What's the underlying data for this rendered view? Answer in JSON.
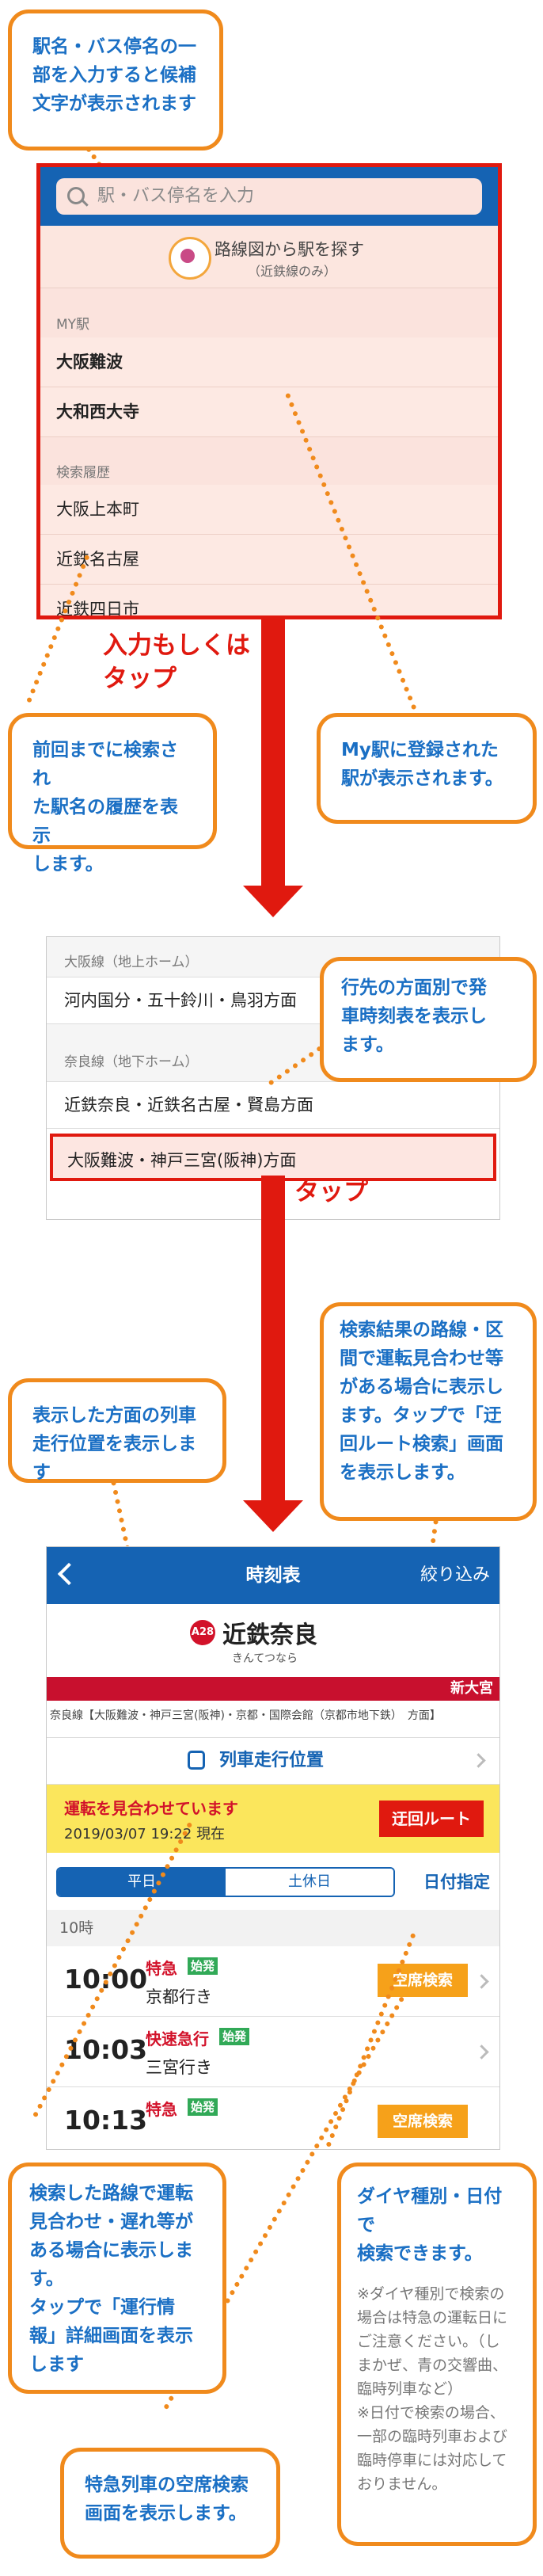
{
  "callouts": {
    "search_hint": [
      "駅名・バス停名の一",
      "部を入力すると候補",
      "文字が表示されます"
    ],
    "history_hint": [
      "前回までに検索され",
      "た駅名の履歴を表示",
      "します。"
    ],
    "mystation_hint": [
      "My駅に登録された",
      "駅が表示されます。"
    ],
    "direction_hint": [
      "行先の方面別で発",
      "車時刻表を表示し",
      "ます。"
    ],
    "position_hint": [
      "表示した方面の列車",
      "走行位置を表示します"
    ],
    "reroute_hint": [
      "検索結果の路線・区",
      "間で運転見合わせ等",
      "がある場合に表示し",
      "ます。タップで「迂",
      "回ルート検索」画面",
      "を表示します。"
    ],
    "operation_hint": [
      "検索した路線で運転",
      "見合わせ・遅れ等が",
      "ある場合に表示しま",
      "す。",
      "タップで「運行情",
      "報」詳細画面を表示",
      "します"
    ],
    "diagram_hint_title": [
      "ダイヤ種別・日付で",
      "検索できます。"
    ],
    "diagram_hint_note": [
      "※ダイヤ種別で検索の",
      "場合は特急の運転日に",
      "ご注意ください。（し",
      "まかぜ、青の交響曲、",
      "臨時列車など）",
      "※日付で検索の場合、",
      "一部の臨時列車および",
      "臨時停車には対応して",
      "おりません。"
    ],
    "seat_hint": [
      "特急列車の空席検索",
      "画面を表示します。"
    ]
  },
  "labels": {
    "input_or_tap": [
      "入力もしくは",
      "タップ"
    ],
    "tap": "タップ"
  },
  "screen1": {
    "search_placeholder": "駅・バス停名を入力",
    "route_title": "路線図から駅を探す",
    "route_sub": "（近鉄線のみ）",
    "mystation_header": "MY駅",
    "mystations": [
      "大阪難波",
      "大和西大寺"
    ],
    "history_header": "検索履歴",
    "history": [
      "大阪上本町",
      "近鉄名古屋",
      "近鉄四日市"
    ]
  },
  "screen2": {
    "sect1": "大阪線（地上ホーム）",
    "row1": "河内国分・五十鈴川・鳥羽方面",
    "sect2": "奈良線（地下ホーム）",
    "row2": "近鉄奈良・近鉄名古屋・賢島方面",
    "row3": "大阪難波・神戸三宮(阪神)方面"
  },
  "screen3": {
    "nav_title": "時刻表",
    "nav_filter": "絞り込み",
    "station_code": "A28",
    "station_name": "近鉄奈良",
    "station_kana": "きんてつなら",
    "next_station": "新大宮",
    "line_info": "奈良線【大阪難波・神戸三宮(阪神)・京都・国際会館（京都市地下鉄）　方面】",
    "position_label": "列車走行位置",
    "warn_title": "運転を見合わせています",
    "warn_time": "2019/03/07 19:22 現在",
    "reroute_btn": "迂回ルート",
    "weekday": "平日",
    "holiday": "土休日",
    "date_btn": "日付指定",
    "hour": "10時",
    "trains": [
      {
        "time": "10:00",
        "type": "特急",
        "shihatsu": "始発",
        "dest": "京都行き",
        "seat": "空席検索"
      },
      {
        "time": "10:03",
        "type": "快速急行",
        "shihatsu": "始発",
        "dest": "三宮行き",
        "seat": ""
      },
      {
        "time": "10:13",
        "type": "特急",
        "shihatsu": "始発",
        "dest": "",
        "seat": "空席検索"
      }
    ]
  }
}
